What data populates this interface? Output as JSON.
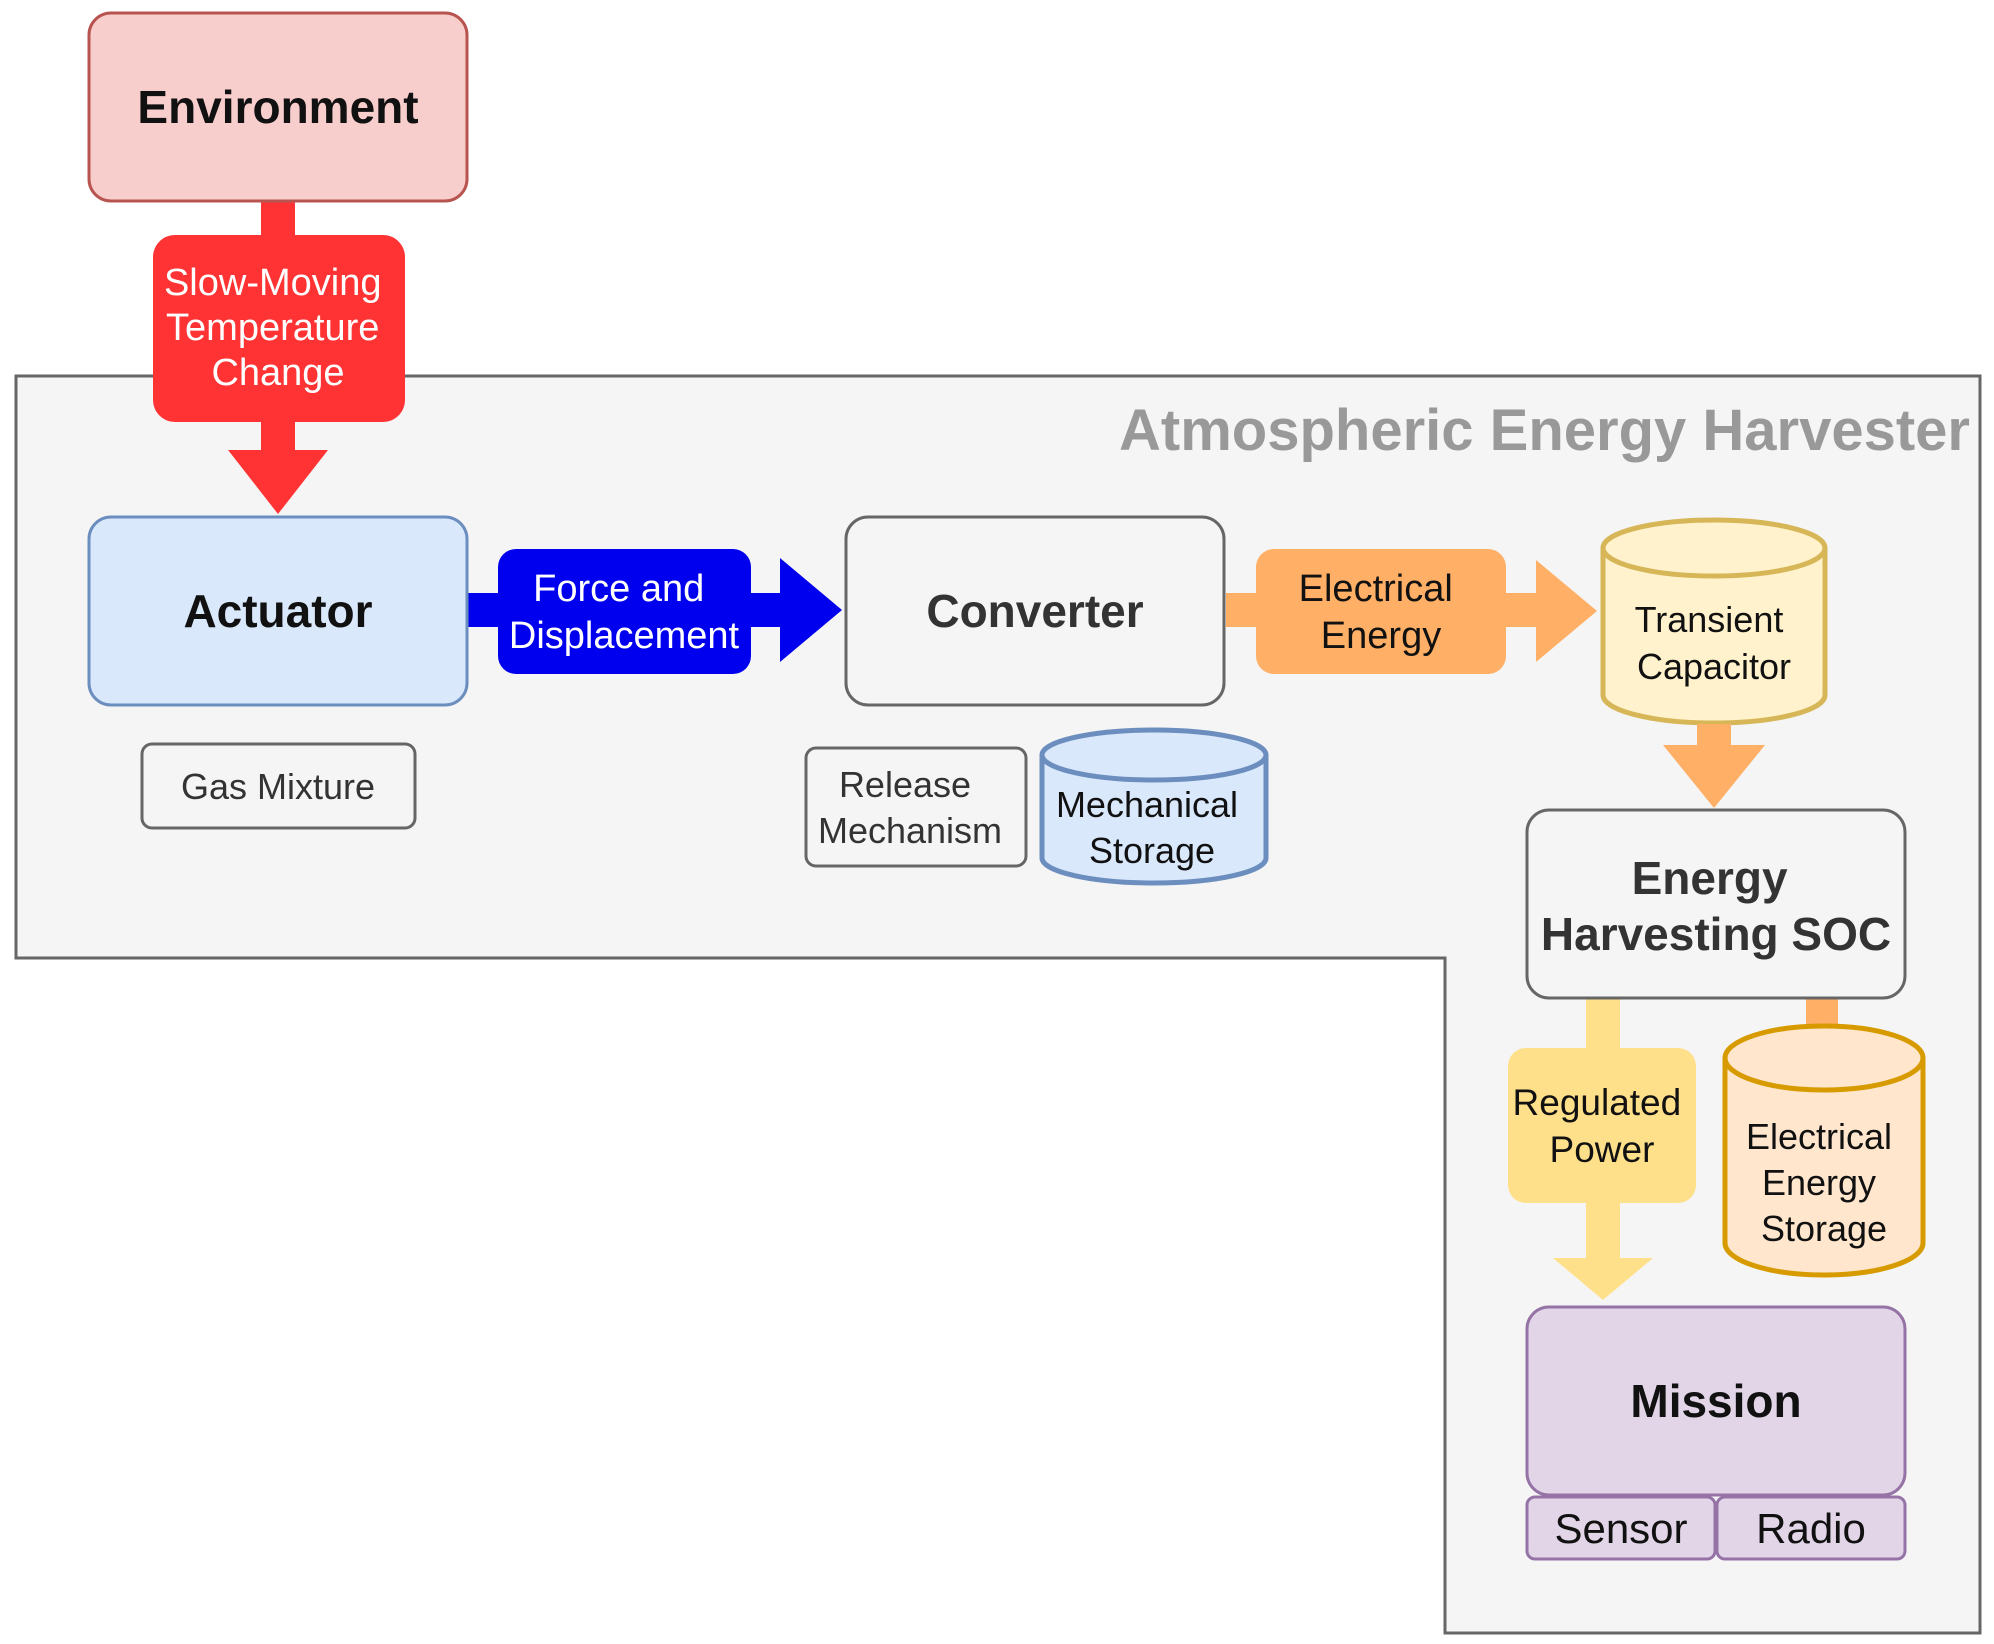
{
  "harvester": {
    "title": "Atmospheric Energy Harvester"
  },
  "nodes": {
    "environment": "Environment",
    "actuator": "Actuator",
    "converter": "Converter",
    "soc": [
      "Energy",
      "Harvesting SOC"
    ],
    "mission": "Mission"
  },
  "components": {
    "gas_mixture": "Gas Mixture",
    "release_mechanism": [
      "Release",
      "Mechanism"
    ],
    "mechanical_storage": [
      "Mechanical",
      "Storage"
    ],
    "transient_capacitor": [
      "Transient",
      "Capacitor"
    ],
    "electrical_energy_storage": [
      "Electrical",
      "Energy",
      "Storage"
    ],
    "sensor": "Sensor",
    "radio": "Radio"
  },
  "flows": {
    "temperature": [
      "Slow-Moving",
      "Temperature",
      "Change"
    ],
    "force": [
      "Force and",
      "Displacement"
    ],
    "electrical": [
      "Electrical",
      "Energy"
    ],
    "regulated": [
      "Regulated",
      "Power"
    ]
  },
  "colors": {
    "red": "#ff3333",
    "blue": "#0000ee",
    "orange": "#ffb066",
    "yellow": "#ffe08a",
    "environment_fill": "#f8cecc",
    "actuator_fill": "#dae8fc",
    "mission_fill": "#e1d5e7"
  }
}
